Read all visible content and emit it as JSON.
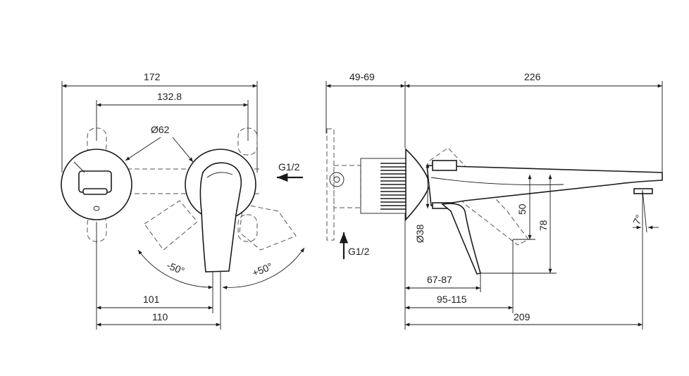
{
  "dimensions": {
    "front_overall_width": "172",
    "front_hole_spacing": "132.8",
    "rosette_diameter": "Ø62",
    "inlet_side": "G1/2",
    "angle_left": "-50°",
    "angle_right": "+50°",
    "front_101": "101",
    "front_110": "110",
    "wall_depth": "49-69",
    "spout_length": "226",
    "inlet_bottom": "G1/2",
    "side_dia": "Ø38",
    "height_50": "50",
    "height_78": "78",
    "angle_7": "7°",
    "dim_67_87": "67-87",
    "dim_95_115": "95-115",
    "dim_209": "209"
  }
}
